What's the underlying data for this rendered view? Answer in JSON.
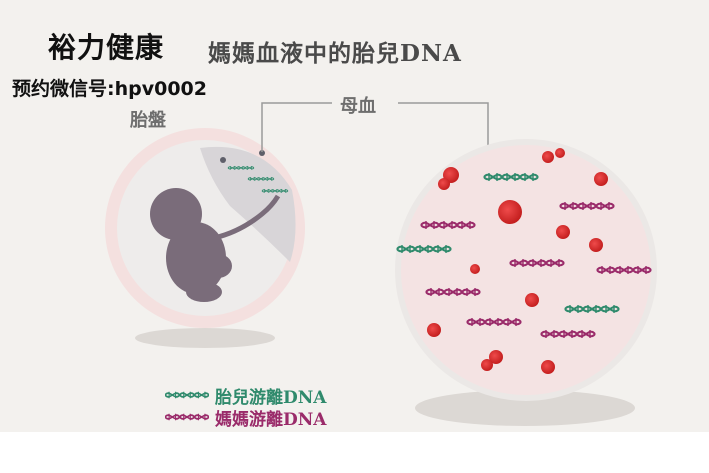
{
  "watermark": {
    "title": "裕力健康",
    "contact": "预约微信号:hpv0002"
  },
  "diagram": {
    "title": "媽媽血液中的胎兒DNA",
    "label_placenta": "胎盤",
    "label_maternal_blood": "母血"
  },
  "legend": {
    "fetal": "胎兒游離DNA",
    "maternal": "媽媽游離DNA"
  },
  "colors": {
    "background": "#f3f1ee",
    "fetal_dna": "#2f8a6c",
    "maternal_dna": "#9a2b6a",
    "red_cell": "#d42a2a",
    "circle_fill": "#f4e3e3",
    "fetus": "#7a6c7a"
  }
}
